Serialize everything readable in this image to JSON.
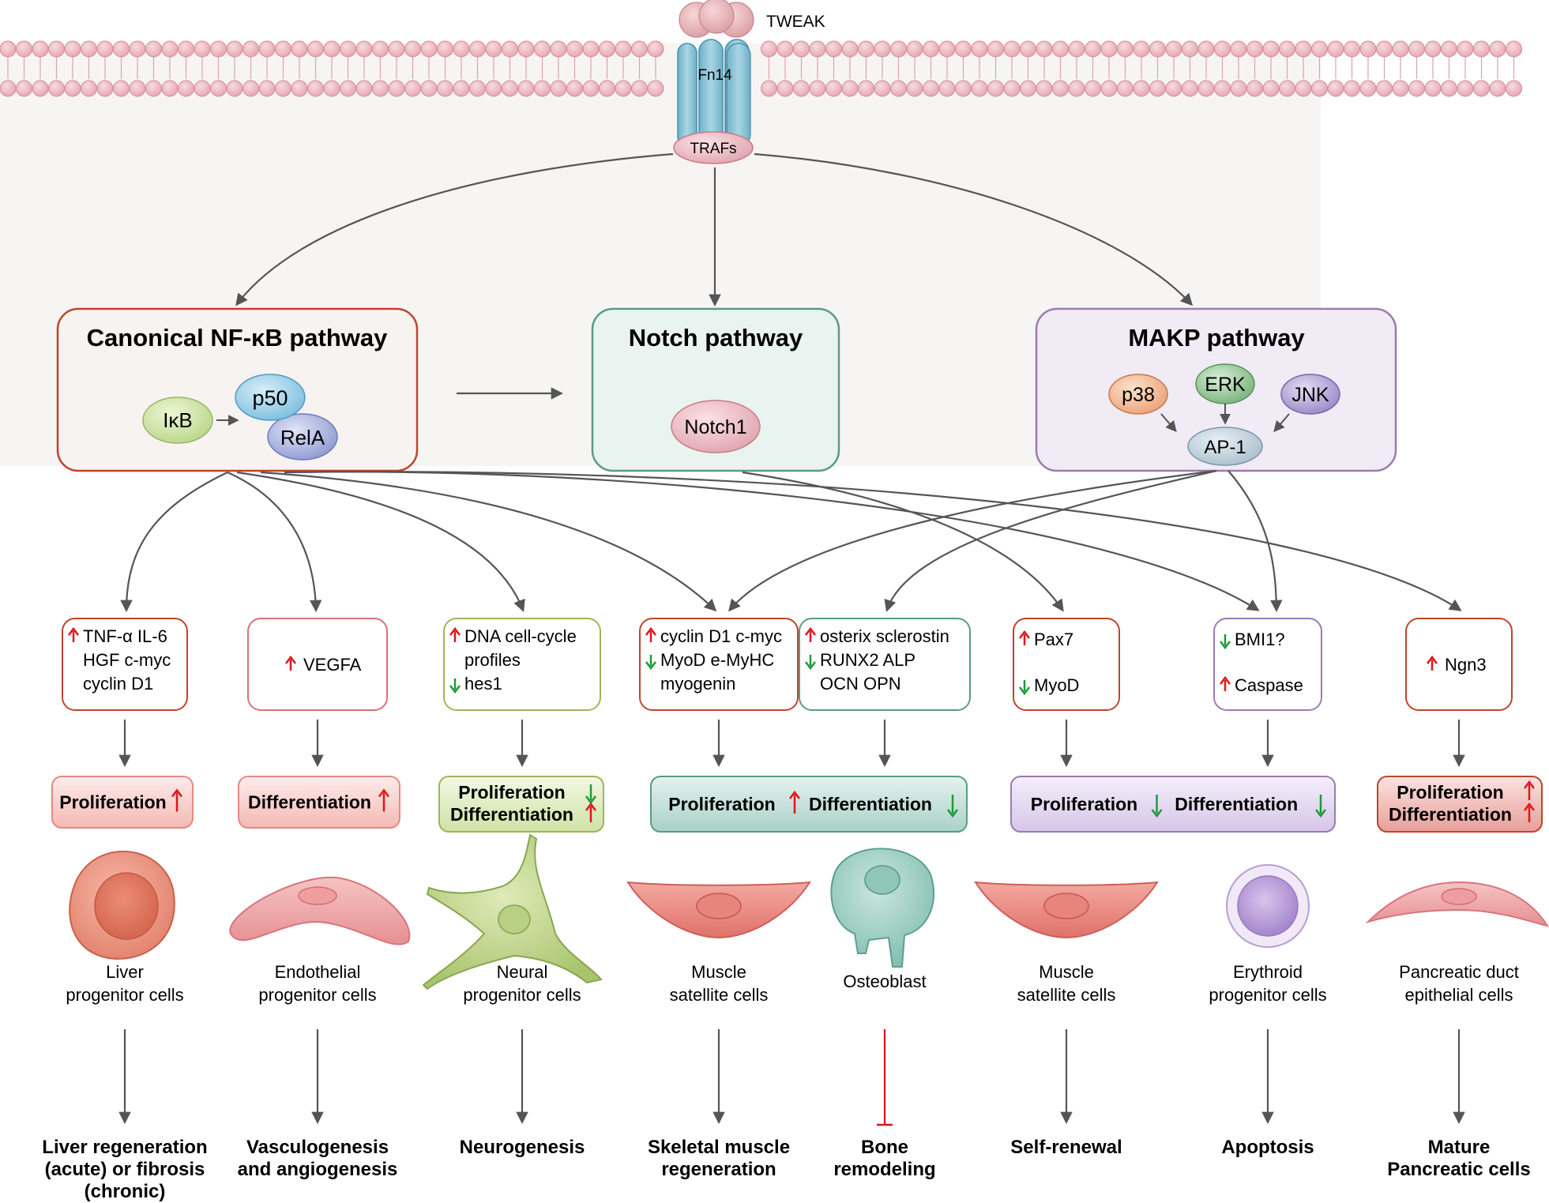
{
  "membrane": {
    "ligand": "TWEAK",
    "receptor": "Fn14",
    "adaptor": "TRAFs"
  },
  "pathways": {
    "nfkb": {
      "title": "Canonical NF-κB pathway",
      "ikb": "IκB",
      "p50": "p50",
      "rela": "RelA"
    },
    "notch": {
      "title": "Notch pathway",
      "notch1": "Notch1"
    },
    "makp": {
      "title": "MAKP pathway",
      "p38": "p38",
      "erk": "ERK",
      "jnk": "JNK",
      "ap1": "AP-1"
    }
  },
  "columns": [
    {
      "targets": [
        {
          "dir": "up",
          "text": "TNF-α IL-6"
        },
        {
          "dir": "",
          "text": "HGF  c-myc"
        },
        {
          "dir": "",
          "text": "cyclin D1"
        }
      ],
      "effects": [
        {
          "text": "Proliferation",
          "dir": "up"
        }
      ],
      "cell": [
        "Liver",
        "progenitor cells"
      ],
      "outcome": [
        "Liver regeneration",
        "(acute) or fibrosis",
        "(chronic)"
      ],
      "outcome_type": "arrow"
    },
    {
      "targets": [
        {
          "dir": "up",
          "text": "VEGFA"
        }
      ],
      "effects": [
        {
          "text": "Differentiation",
          "dir": "up"
        }
      ],
      "cell": [
        "Endothelial",
        "progenitor cells"
      ],
      "outcome": [
        "Vasculogenesis",
        "and angiogenesis"
      ],
      "outcome_type": "arrow"
    },
    {
      "targets": [
        {
          "dir": "up",
          "text": "DNA cell-cycle"
        },
        {
          "dir": "",
          "text": "profiles"
        },
        {
          "dir": "down",
          "text": "hes1"
        }
      ],
      "effects": [
        {
          "text": "Proliferation",
          "dir": "down"
        },
        {
          "text": "Differentiation",
          "dir": "up"
        }
      ],
      "cell": [
        "Neural",
        "progenitor cells"
      ],
      "outcome": [
        "Neurogenesis"
      ],
      "outcome_type": "arrow"
    },
    {
      "targets": [
        {
          "dir": "up",
          "text": "cyclin D1  c-myc"
        },
        {
          "dir": "down",
          "text": "MyoD  e-MyHC"
        },
        {
          "dir": "",
          "text": "myogenin"
        }
      ],
      "cell": [
        "Muscle",
        "satellite cells"
      ],
      "outcome": [
        "Skeletal muscle",
        "regeneration"
      ],
      "outcome_type": "arrow"
    },
    {
      "targets": [
        {
          "dir": "up",
          "text": "osterix sclerostin"
        },
        {
          "dir": "down",
          "text": "RUNX2  ALP"
        },
        {
          "dir": "",
          "text": "OCN  OPN"
        }
      ],
      "cell": [
        "Osteoblast"
      ],
      "outcome": [
        "Bone",
        "remodeling"
      ],
      "outcome_type": "inhibit"
    },
    {
      "targets": [
        {
          "dir": "up",
          "text": "Pax7"
        },
        {
          "dir": "down",
          "text": "MyoD"
        }
      ],
      "cell": [
        "Muscle",
        "satellite cells"
      ],
      "outcome": [
        "Self-renewal"
      ],
      "outcome_type": "arrow"
    },
    {
      "targets": [
        {
          "dir": "down",
          "text": "BMI1?"
        },
        {
          "dir": "up",
          "text": "Caspase"
        }
      ],
      "cell": [
        "Erythroid",
        "progenitor cells"
      ],
      "outcome": [
        "Apoptosis"
      ],
      "outcome_type": "arrow"
    },
    {
      "targets": [
        {
          "dir": "up",
          "text": "Ngn3"
        }
      ],
      "effects": [
        {
          "text": "Proliferation",
          "dir": "up"
        },
        {
          "text": "Differentiation",
          "dir": "up"
        }
      ],
      "cell": [
        "Pancreatic duct",
        "epithelial cells"
      ],
      "outcome": [
        "Mature",
        "Pancreatic cells"
      ],
      "outcome_type": "arrow"
    }
  ],
  "shared_effects": [
    {
      "effects": [
        {
          "text": "Proliferation",
          "dir": "up"
        },
        {
          "text": "Differentiation",
          "dir": "down"
        }
      ]
    },
    {
      "effects": [
        {
          "text": "Proliferation",
          "dir": "down"
        },
        {
          "text": "Differentiation",
          "dir": "down"
        }
      ]
    }
  ],
  "colors": {
    "up": "#e0161b",
    "down": "#1f9a3c",
    "connector": "#555555",
    "inhibit": "#d0181e",
    "nfkb_border": "#c0442a",
    "notch_border": "#5a9a8c",
    "makp_border": "#9b7bb3",
    "membrane_band": "#f7f5f3"
  }
}
